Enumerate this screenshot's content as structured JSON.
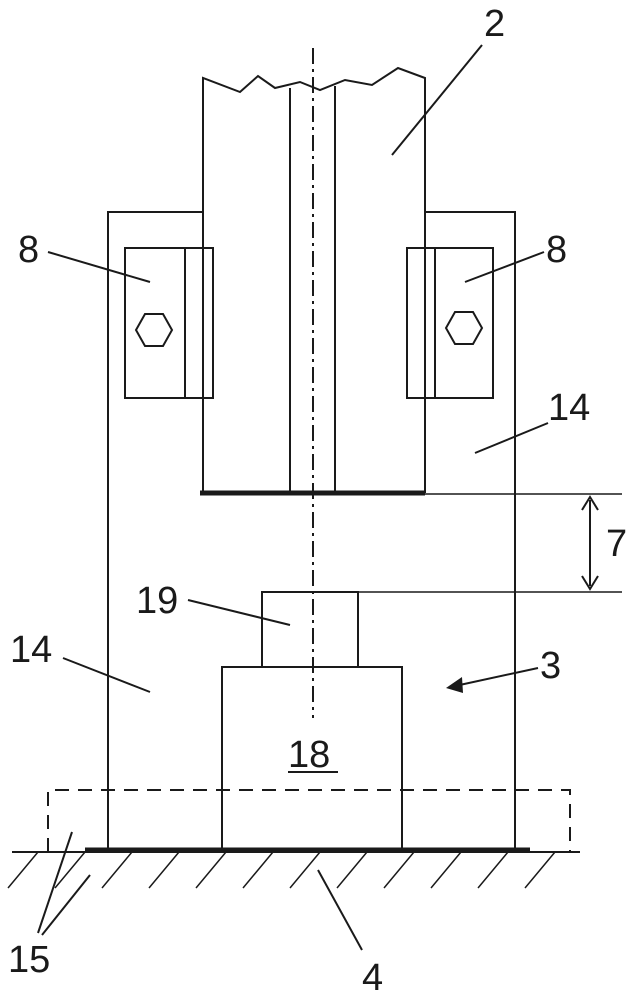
{
  "labels": {
    "punch": "2",
    "clamp_left": "8",
    "clamp_right": "8",
    "frame_right": "14",
    "frame_left": "14",
    "gap": "7",
    "insert": "19",
    "die_assembly": "3",
    "die_block": "18",
    "foot": "15",
    "base": "4"
  }
}
